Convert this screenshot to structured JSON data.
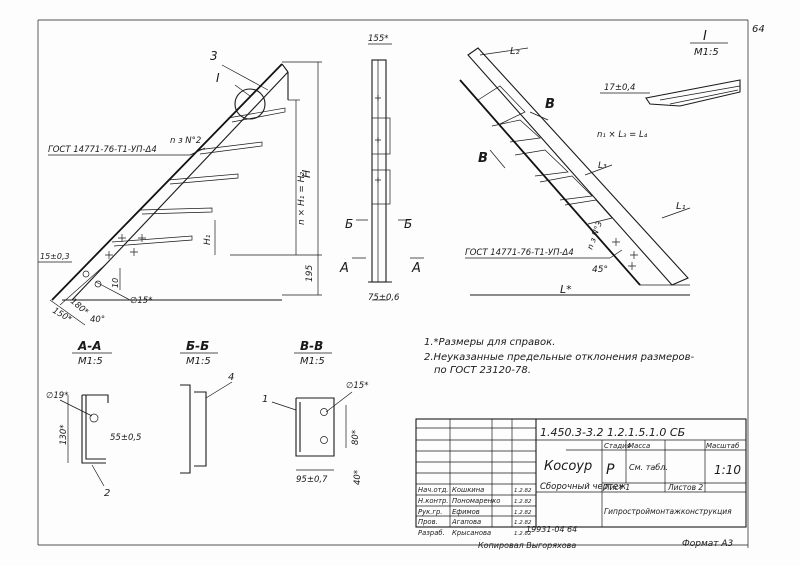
{
  "sheet_number": "64",
  "main_view": {
    "callout_3": "3",
    "detail_ref": "I",
    "weld_note": "ГОСТ 14771-76-Т1-УП-Δ4",
    "weld_count": "n з N°2",
    "dim_nh": "n × H₁ = H₂",
    "dim_h": "H",
    "dim_h1": "H₁",
    "dim_195": "195",
    "dim_15": "15±0,3",
    "dim_10": "10",
    "dim_180": "180*",
    "dim_150": "150*",
    "dim_40": "40°",
    "dim_hole": "∅15*"
  },
  "side_view": {
    "dim_155": "155*",
    "dim_75": "75±0,6",
    "sec_a_left": "А",
    "sec_a_right": "А",
    "sec_b_left": "Б",
    "sec_b_right": "Б"
  },
  "right_view": {
    "dim_l2": "L₂",
    "sec_v_top": "В",
    "sec_v_left": "В",
    "dim_nl3": "n₁ × L₃ = L₄",
    "dim_l3": "L₃",
    "dim_l1": "L₁",
    "weld_note": "ГОСТ 14771-76-Т1-УП-Δ4",
    "weld_n": "n з N°3",
    "angle": "45°",
    "dim_l": "L*"
  },
  "detail_i": {
    "label": "I",
    "scale": "М1:5",
    "dim": "17±0,4"
  },
  "sections": {
    "aa_title": "А-А",
    "aa_scale": "М1:5",
    "aa_hole": "∅19*",
    "aa_130": "130*",
    "aa_55": "55±0,5",
    "aa_callout": "2",
    "bb_title": "Б-Б",
    "bb_scale": "М1:5",
    "bb_callout": "4",
    "vv_title": "В-В",
    "vv_scale": "М1:5",
    "vv_hole": "∅15*",
    "vv_callout": "1",
    "vv_80": "80*",
    "vv_40": "40*",
    "vv_95": "95±0,7"
  },
  "notes": [
    "1.*Размеры для справок.",
    "2.Неуказанные предельные отклонения размеров-",
    "по ГОСТ 23120-78."
  ],
  "title_block": {
    "designation": "1.450.3-3.2  1.2.1.5.1.0 СБ",
    "name": "Косоур",
    "subtitle": "Сборочный чертеж",
    "stage_hdr": "Стадия",
    "mass_hdr": "Масса",
    "scale_hdr": "Масштаб",
    "stage": "Р",
    "mass": "См. табл.",
    "scale": "1:10",
    "sheet": "Лист 1",
    "sheets": "Листов 2",
    "org": "Гипростроймонтажконструкция",
    "roles": [
      {
        "role": "Нач.отд.",
        "name": "Кошкина"
      },
      {
        "role": "Н.контр.",
        "name": "Пономаренко"
      },
      {
        "role": "Рук.гр.",
        "name": "Ефимов"
      },
      {
        "role": "Пров.",
        "name": "Агапова"
      },
      {
        "role": "Разраб.",
        "name": "Крысанова"
      }
    ],
    "dates": [
      "1.2.82",
      "1.2.82",
      "1.2.82",
      "1.2.82",
      "1.2.82"
    ]
  },
  "footer": {
    "inv": "19931-04  64",
    "copied": "Копировал Выгоряхова",
    "format": "Формат  А3"
  }
}
